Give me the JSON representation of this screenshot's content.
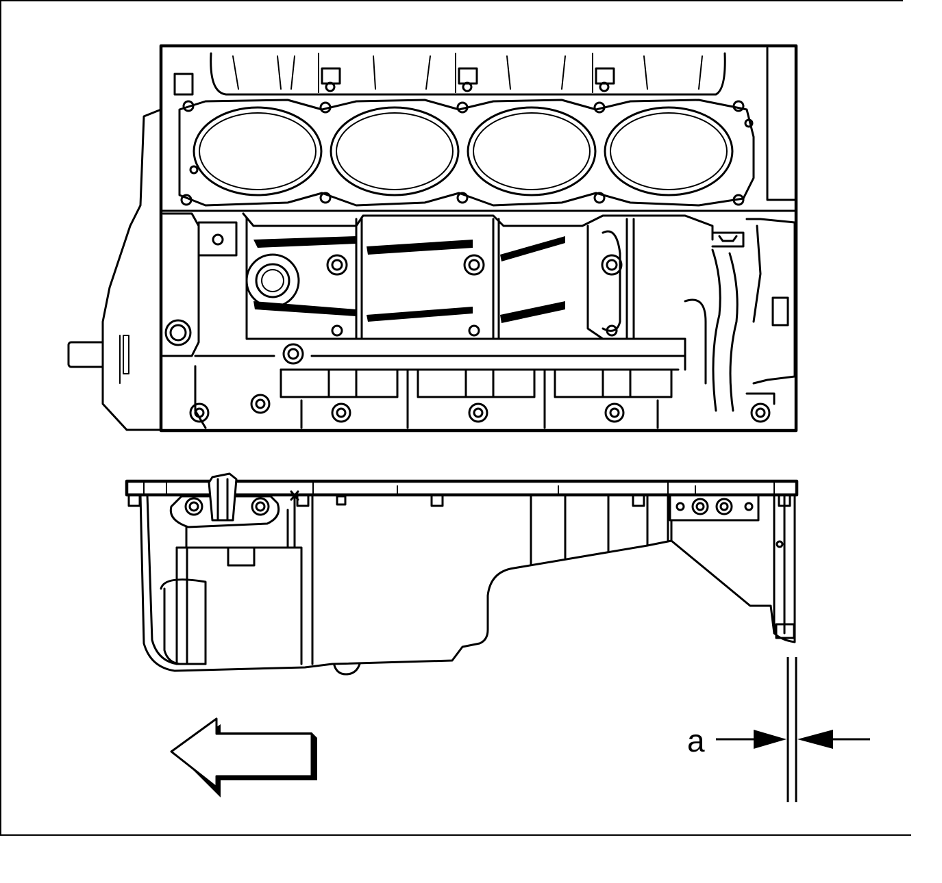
{
  "figure": {
    "callouts": [
      {
        "id": "a",
        "label": "a"
      }
    ],
    "components": [
      {
        "name": "engine-block",
        "view": "side"
      },
      {
        "name": "oil-pan",
        "view": "side"
      }
    ],
    "direction_arrow": "left-front",
    "line_color": "#000000",
    "background_color": "#ffffff"
  }
}
